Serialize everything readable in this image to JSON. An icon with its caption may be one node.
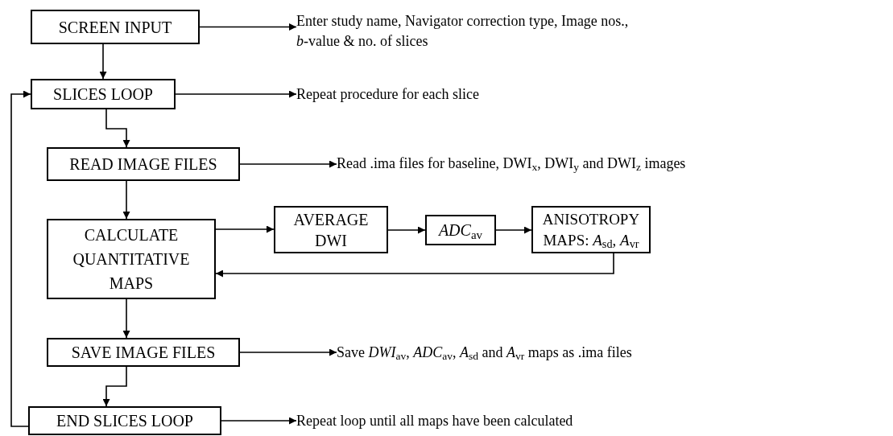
{
  "diagram": {
    "nodes": [
      {
        "text": [
          "SCREEN INPUT"
        ]
      },
      {
        "text": [
          "SLICES LOOP"
        ]
      },
      {
        "text": [
          "READ IMAGE FILES"
        ]
      },
      {
        "text": [
          "CALCULATE QUANTITATIVE MAPS"
        ]
      },
      {
        "text": [
          "AVERAGE DWI"
        ]
      },
      {
        "text": [
          "*ADC*$_{av}$"
        ]
      },
      {
        "text": [
          "ANISOTROPY MAPS: *A*$_{sd}$, *A*$_{vr}$"
        ]
      },
      {
        "text": [
          "SAVE IMAGE FILES"
        ]
      },
      {
        "text": [
          "END SLICES LOOP"
        ]
      },
      {
        "text": [
          "Enter study name, Navigator correction type, Image nos., *b*-value & no. of slices"
        ]
      },
      {
        "text": [
          "Repeat procedure for each slice"
        ]
      },
      {
        "text": [
          "Read .ima files for baseline, DWI$_{x}$, DWI$_{y}$ and DWI$_{z}$ images"
        ]
      },
      {
        "text": [
          "Save *DWI*$_{av}$, *ADC*$_{av}$, *A*$_{sd}$ and *A*$_{vr}$ maps as .ima files"
        ]
      },
      {
        "text": [
          "Repeat loop until all maps have been calculated"
        ]
      }
    ],
    "edges": [
      {
        "from": 0,
        "to": 1,
        "arrow": "to"
      },
      {
        "from": 1,
        "to": 2,
        "arrow": "to"
      },
      {
        "from": 2,
        "to": 3,
        "arrow": "to"
      },
      {
        "from": 3,
        "to": 4,
        "arrow": "to"
      },
      {
        "from": 4,
        "to": 5,
        "arrow": "to"
      },
      {
        "from": 5,
        "to": 6,
        "arrow": "to"
      },
      {
        "from": 6,
        "to": 3,
        "arrow": "to"
      },
      {
        "from": 3,
        "to": 7,
        "arrow": "to"
      },
      {
        "from": 7,
        "to": 8,
        "arrow": "to"
      },
      {
        "from": 8,
        "to": 1,
        "arrow": "to"
      },
      {
        "from": 0,
        "to": 9,
        "arrow": "to"
      },
      {
        "from": 1,
        "to": 10,
        "arrow": "to"
      },
      {
        "from": 2,
        "to": 11,
        "arrow": "to"
      },
      {
        "from": 7,
        "to": 12,
        "arrow": "to"
      },
      {
        "from": 8,
        "to": 13,
        "arrow": "to"
      }
    ]
  }
}
